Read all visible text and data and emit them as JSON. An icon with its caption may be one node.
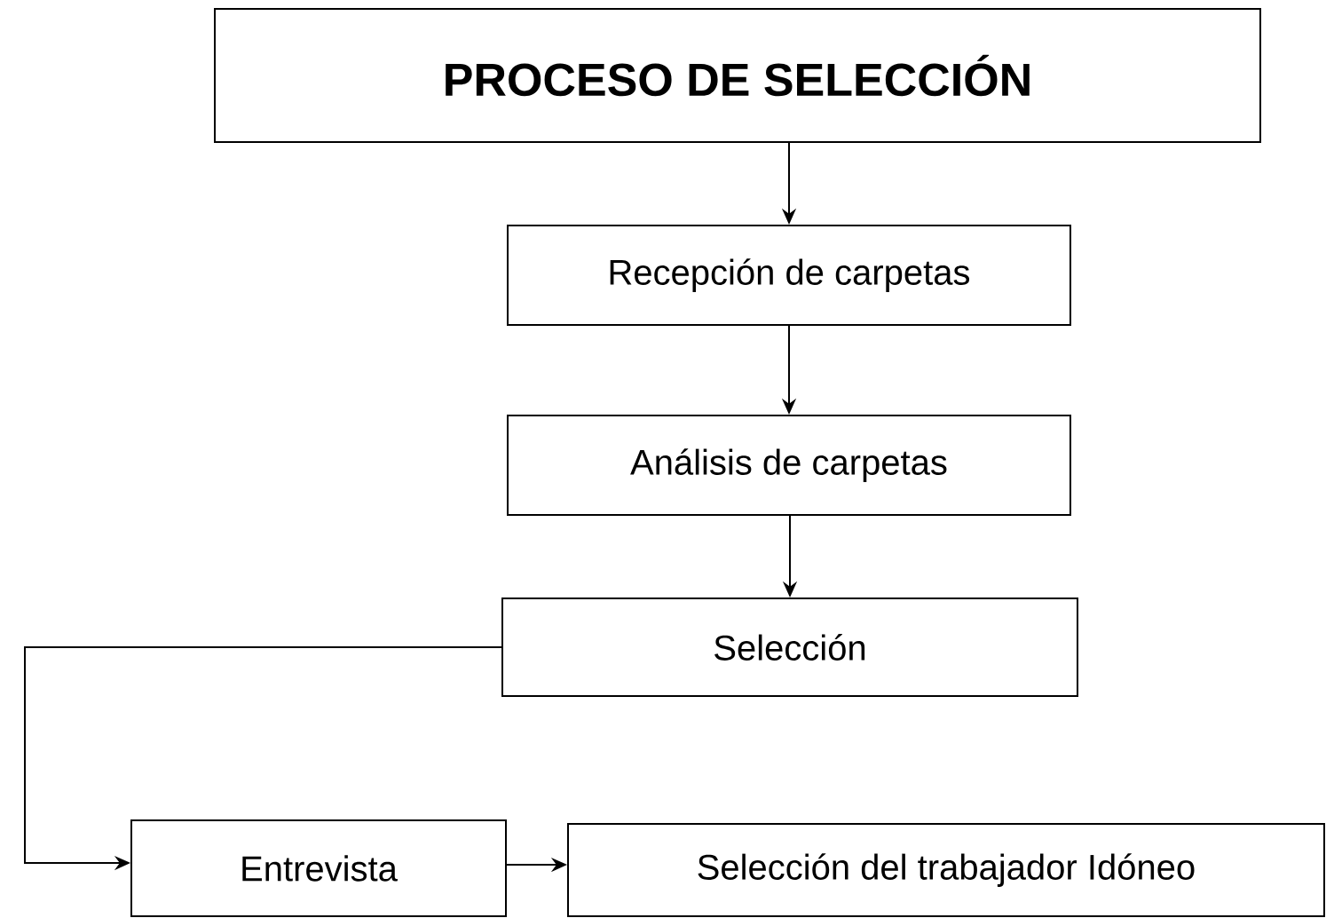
{
  "diagram": {
    "nodes": [
      {
        "text": [
          "PROCESO DE SELECCIÓN"
        ]
      },
      {
        "text": [
          "Recepción de carpetas"
        ]
      },
      {
        "text": [
          "Análisis de carpetas"
        ]
      },
      {
        "text": [
          "Selección"
        ]
      },
      {
        "text": [
          "Entrevista"
        ]
      },
      {
        "text": [
          "Selección del trabajador Idóneo"
        ]
      }
    ],
    "edges": [
      {
        "from": 0,
        "to": 1,
        "arrow": "to"
      },
      {
        "from": 1,
        "to": 2,
        "arrow": "to"
      },
      {
        "from": 2,
        "to": 3,
        "arrow": "to"
      },
      {
        "from": 3,
        "to": 4,
        "arrow": "to"
      },
      {
        "from": 4,
        "to": 5,
        "arrow": "to"
      }
    ]
  }
}
